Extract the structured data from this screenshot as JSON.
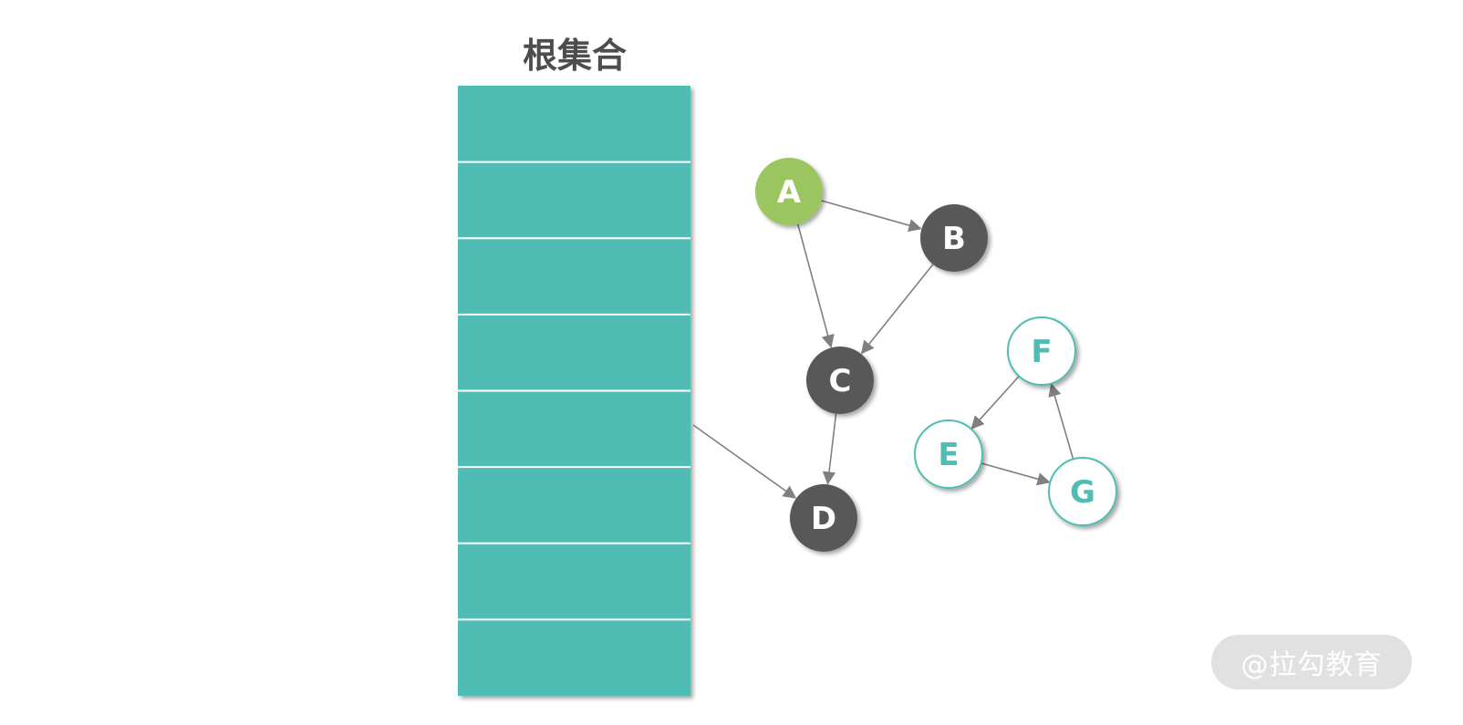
{
  "root_set": {
    "title": "根集合",
    "slot_count": 8,
    "fill_color": "#4fbdb3"
  },
  "nodes": [
    {
      "id": "A",
      "label": "A",
      "style": "reachable-root",
      "fill": "#9bc55f",
      "text_color": "#ffffff"
    },
    {
      "id": "B",
      "label": "B",
      "style": "dark",
      "fill": "#595959",
      "text_color": "#ffffff"
    },
    {
      "id": "C",
      "label": "C",
      "style": "dark",
      "fill": "#595959",
      "text_color": "#ffffff"
    },
    {
      "id": "D",
      "label": "D",
      "style": "dark",
      "fill": "#595959",
      "text_color": "#ffffff"
    },
    {
      "id": "E",
      "label": "E",
      "style": "outline",
      "fill": "#ffffff",
      "stroke": "#4fbdb3",
      "text_color": "#4fbdb3"
    },
    {
      "id": "F",
      "label": "F",
      "style": "outline",
      "fill": "#ffffff",
      "stroke": "#4fbdb3",
      "text_color": "#4fbdb3"
    },
    {
      "id": "G",
      "label": "G",
      "style": "outline",
      "fill": "#ffffff",
      "stroke": "#4fbdb3",
      "text_color": "#4fbdb3"
    }
  ],
  "edges": [
    {
      "from": "A",
      "to": "B"
    },
    {
      "from": "A",
      "to": "C"
    },
    {
      "from": "B",
      "to": "C"
    },
    {
      "from": "C",
      "to": "D"
    },
    {
      "from": "root_set",
      "to": "D"
    },
    {
      "from": "F",
      "to": "E"
    },
    {
      "from": "E",
      "to": "G"
    },
    {
      "from": "G",
      "to": "F"
    }
  ],
  "watermark": {
    "text": "@拉勾教育"
  }
}
